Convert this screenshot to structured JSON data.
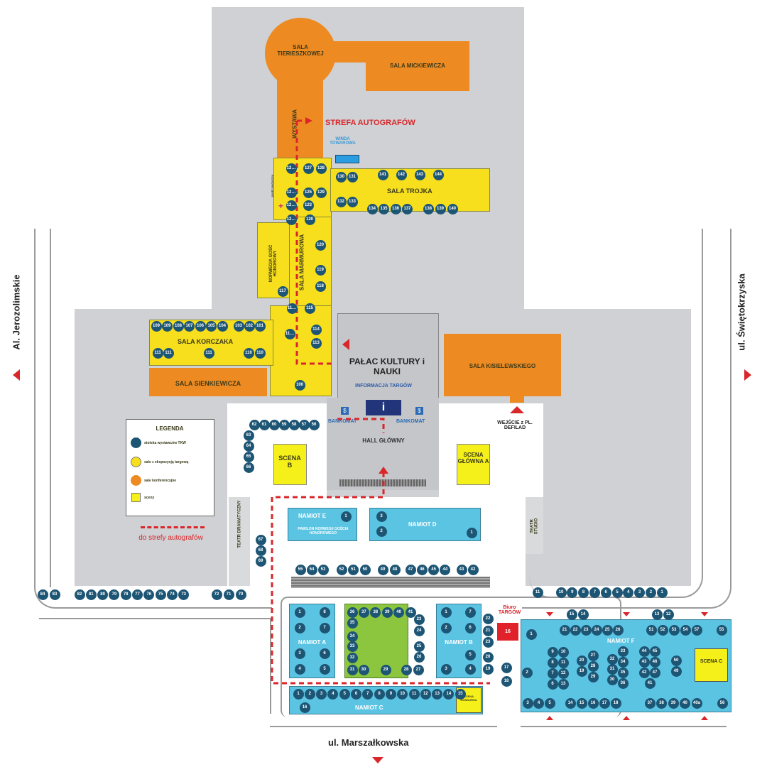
{
  "colors": {
    "stall": "#1d5574",
    "exhibit_hall": "#f7df1e",
    "conference": "#ee8a22",
    "stage": "#f5ef1a",
    "tent": "#5bc4e2",
    "route": "#d9262b",
    "green": "#8cc63f"
  },
  "streets": {
    "left": "Al. Jerozolimskie",
    "right": "ul. Świętokrzyska",
    "bottom": "ul. Marszałkowska"
  },
  "rooms": {
    "tierieszkowej": "SALA TIERIESZKOWEJ",
    "mickiewicza": "SALA MICKIEWICZA",
    "wystawa": "WYSTAWA",
    "strefa": "STREFA AUTOGRAFÓW",
    "winda": "WINDA TOWAROWA",
    "trojka": "SALA TROJKA",
    "punkt": "punkt medyczny",
    "norwegia": "NORWEGIA GOŚĆ HONOROWY",
    "marmurowa": "SALA MARMUROWA",
    "korczaka": "SALA KORCZAKA",
    "sienkiewicza": "SALA SIENKIEWICZA",
    "palac": "PAŁAC KULTURY i NAUKI",
    "informacja": "INFORMACJA TARGÓW",
    "info_icon": "i",
    "bankomat_l": "BANKOMAT",
    "bankomat_r": "BANKOMAT",
    "atm_icon": "$",
    "hall": "HALL GŁÓWNY",
    "kisielewskiego": "SALA KISIELEWSKIEGO",
    "wejscie": "WEJŚCIE z PL. DEFILAD",
    "scena_b": "SCENA B",
    "scena_a": "SCENA GŁÓWNA A",
    "teatr_d": "TEATR DRAMATYCZNY",
    "teatr_s": "TEATR STUDIO",
    "namiot_e": "NAMIOT E",
    "pawilon": "PAWILON NORWEGII GOŚCIA HONOROWEGO",
    "namiot_d": "NAMIOT D",
    "namiot_a": "NAMIOT A",
    "namiot_b": "NAMIOT B",
    "namiot_c": "NAMIOT C",
    "scena_konkursu": "SCENA KONKURSU",
    "biuro": "Biuro TARGÓW",
    "biuro_num": "16",
    "namiot_f": "NAMIOT F",
    "scena_c": "SCENA C"
  },
  "legend": {
    "title": "LEGENDA",
    "items": [
      "stoiska wystawców TKW",
      "sale z ekspozycją targową",
      "sale konferencyjne",
      "sceny"
    ],
    "route": "do strefy autografów"
  },
  "stalls": {
    "t1": [
      "12…",
      "12…",
      "12…",
      "12…"
    ],
    "t2": [
      "127",
      "128"
    ],
    "t3": [
      "125",
      "129"
    ],
    "t4": [
      "123",
      "120"
    ],
    "t5": [
      "130",
      "131"
    ],
    "t6": [
      "132",
      "133"
    ],
    "t7": [
      "141",
      "142",
      "143",
      "144"
    ],
    "t8": [
      "134",
      "135",
      "136",
      "137"
    ],
    "t9": [
      "138",
      "139",
      "140"
    ],
    "m1": [
      "120",
      "119",
      "118",
      "117",
      "11…",
      "115",
      "114",
      "113",
      "11…",
      "100"
    ],
    "k1": [
      "109",
      "109",
      "108",
      "107",
      "106",
      "105",
      "104"
    ],
    "k2": [
      "103",
      "102",
      "101"
    ],
    "k3": [
      "111",
      "111",
      "111",
      "110",
      "110"
    ],
    "h1": [
      "62",
      "61",
      "60",
      "59",
      "58",
      "57",
      "56"
    ],
    "h2": [
      "63",
      "64",
      "65",
      "66"
    ],
    "h3": [
      "67",
      "68",
      "69"
    ],
    "b1": [
      "84",
      "83"
    ],
    "b2": [
      "82",
      "81",
      "80",
      "79",
      "78",
      "77",
      "76",
      "75",
      "74",
      "73"
    ],
    "b3": [
      "72",
      "71",
      "70"
    ],
    "r1": [
      "55",
      "54",
      "53"
    ],
    "r2": [
      "52",
      "51",
      "50"
    ],
    "r3": [
      "49",
      "48"
    ],
    "r4": [
      "47",
      "46",
      "45",
      "44"
    ],
    "r5": [
      "43",
      "42"
    ],
    "s1": [
      "11"
    ],
    "s2": [
      "10",
      "9",
      "8",
      "7",
      "6",
      "5",
      "4",
      "3",
      "2",
      "1"
    ],
    "s3": [
      "15",
      "14"
    ],
    "s4": [
      "13",
      "12"
    ],
    "ne": [
      "1"
    ],
    "nd": [
      "3",
      "2",
      "1"
    ],
    "na": [
      "1",
      "2",
      "3",
      "4",
      "8",
      "7",
      "6",
      "5"
    ],
    "g1": [
      "36",
      "37",
      "38",
      "39",
      "40",
      "41"
    ],
    "g2": [
      "35",
      "34",
      "33",
      "32"
    ],
    "g3": [
      "31",
      "30",
      "29",
      "28",
      "27"
    ],
    "g4": [
      "23",
      "24",
      "25",
      "26"
    ],
    "nb": [
      "1",
      "2",
      "3",
      "7",
      "6",
      "5",
      "4"
    ],
    "c1": [
      "22",
      "21",
      "23",
      "20",
      "19"
    ],
    "c2": [
      "17",
      "18"
    ],
    "nc": [
      "1",
      "2",
      "3",
      "4",
      "5",
      "6",
      "7",
      "8",
      "9",
      "10",
      "11",
      "12",
      "13",
      "14",
      "15"
    ],
    "nc2": [
      "16"
    ],
    "f1": [
      "1",
      "2"
    ],
    "f2": [
      "21",
      "22",
      "23",
      "24",
      "25",
      "26"
    ],
    "f3": [
      "51",
      "52",
      "53",
      "54",
      "57"
    ],
    "f4": [
      "55"
    ],
    "f5": [
      "9",
      "8",
      "7",
      "6"
    ],
    "f6": [
      "10",
      "11",
      "12",
      "13"
    ],
    "f7": [
      "20",
      "19"
    ],
    "f8": [
      "27",
      "28",
      "29"
    ],
    "f9": [
      "32",
      "31",
      "30"
    ],
    "f10": [
      "33",
      "34",
      "35",
      "36"
    ],
    "f11": [
      "44",
      "43",
      "42"
    ],
    "f12": [
      "45",
      "46",
      "47"
    ],
    "f13": [
      "41"
    ],
    "f14": [
      "50",
      "49"
    ],
    "f15": [
      "3",
      "4",
      "5"
    ],
    "f16": [
      "14",
      "15",
      "16",
      "17",
      "18"
    ],
    "f17": [
      "37",
      "38",
      "39",
      "40",
      "40a"
    ],
    "f18": [
      "56"
    ]
  }
}
